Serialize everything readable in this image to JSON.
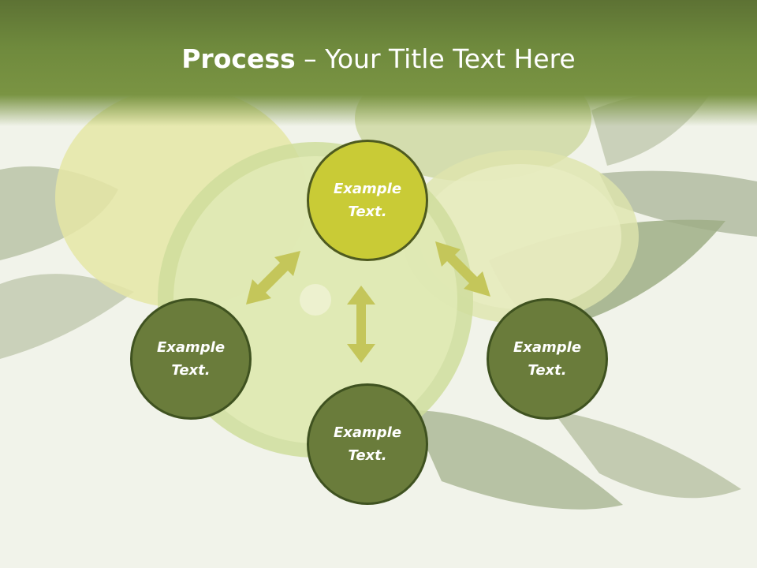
{
  "slide": {
    "title_bold": "Process",
    "title_rest": " – Your Title Text Here"
  },
  "nodes": {
    "top": "Example\nText.",
    "left": "Example\nText.",
    "right": "Example\nText.",
    "bottom": "Example\nText."
  },
  "colors": {
    "banner": "#6f8a3d",
    "node_dark": "#6a7c3b",
    "node_accent": "#c9cb36",
    "arrow": "#c4c65a"
  }
}
